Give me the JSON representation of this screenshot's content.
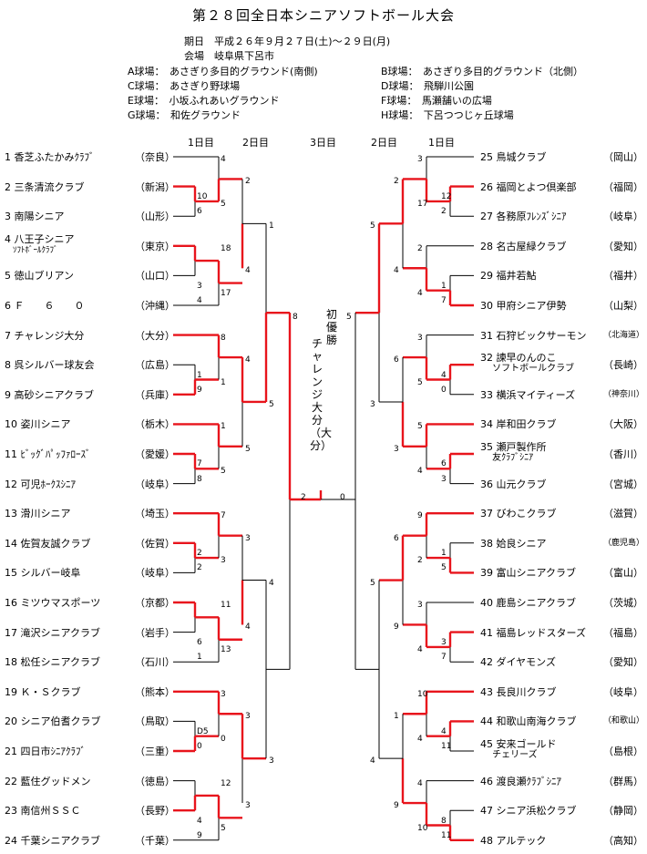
{
  "title": "第２８回全日本シニアソフトボール大会",
  "info": {
    "period": "期日　平成２６年９月２７日(土)～２９日(月)",
    "venue": "会場　岐阜県下呂市",
    "grounds_left": [
      "A球場：　あさぎり多目的グラウンド(南側)",
      "C球場：　あさぎり野球場",
      "E球場：　小坂ふれあいグラウンド",
      "G球場：　和佐グラウンド"
    ],
    "grounds_right": [
      "B球場：　あさぎり多目的グラウンド（北側）",
      "D球場：　飛騨川公園",
      "F球場：　馬瀬舗いの広場",
      "H球場：　下呂つつじヶ丘球場"
    ]
  },
  "round_headers": {
    "day1_left": "1日目",
    "day2_left": "2日目",
    "day3": "3日目",
    "day2_right": "2日目",
    "day1_right": "1日目"
  },
  "champion": {
    "label": "初優勝",
    "team": "チャレンジ大分（大分）"
  },
  "left_teams": [
    {
      "num": "1",
      "name": "香芝ふたかみｸﾗﾌﾞ",
      "pref": "（奈良）"
    },
    {
      "num": "2",
      "name": "三条清流クラブ",
      "pref": "（新潟）"
    },
    {
      "num": "3",
      "name": "南陽シニア",
      "pref": "（山形）"
    },
    {
      "num": "4",
      "name": "八王子シニア",
      "name2": "ｿﾌﾄﾎﾞｰﾙｸﾗﾌﾞ",
      "pref": "（東京）"
    },
    {
      "num": "5",
      "name": "徳山ブリアン",
      "pref": "（山口）"
    },
    {
      "num": "6",
      "name": "Ｆ　　６　　０",
      "pref": "（沖縄）"
    },
    {
      "num": "7",
      "name": "チャレンジ大分",
      "pref": "（大分）"
    },
    {
      "num": "8",
      "name": "呉シルバー球友会",
      "pref": "（広島）"
    },
    {
      "num": "9",
      "name": "高砂シニアクラブ",
      "pref": "（兵庫）"
    },
    {
      "num": "10",
      "name": "姿川シニア",
      "pref": "（栃木）"
    },
    {
      "num": "11",
      "name": "ﾋﾞｯｸﾞﾊﾟｯﾌｧﾛｰｽﾞ",
      "pref": "（愛媛）"
    },
    {
      "num": "12",
      "name": "可児ﾎｰｸｽｼﾆｱ",
      "pref": "（岐阜）"
    },
    {
      "num": "13",
      "name": "滑川シニア",
      "pref": "（埼玉）"
    },
    {
      "num": "14",
      "name": "佐賀友誠クラブ",
      "pref": "（佐賀）"
    },
    {
      "num": "15",
      "name": "シルバー岐阜",
      "pref": "（岐阜）"
    },
    {
      "num": "16",
      "name": "ミツウマスポーツ",
      "pref": "（京都）"
    },
    {
      "num": "17",
      "name": "滝沢シニアクラブ",
      "pref": "（岩手）"
    },
    {
      "num": "18",
      "name": "松任シニアクラブ",
      "pref": "（石川）"
    },
    {
      "num": "19",
      "name": "Ｋ・Ｓクラブ",
      "pref": "（熊本）"
    },
    {
      "num": "20",
      "name": "シニア伯耆クラブ",
      "pref": "（鳥取）"
    },
    {
      "num": "21",
      "name": "四日市ｼﾆｱｸﾗﾌﾞ",
      "pref": "（三重）"
    },
    {
      "num": "22",
      "name": "藍住グッドメン",
      "pref": "（徳島）"
    },
    {
      "num": "23",
      "name": "南信州ＳＳＣ",
      "pref": "（長野）"
    },
    {
      "num": "24",
      "name": "千葉シニアクラブ",
      "pref": "（千葉）"
    }
  ],
  "right_teams": [
    {
      "num": "25",
      "name": "鳥城クラブ",
      "pref": "（岡山）"
    },
    {
      "num": "26",
      "name": "福岡とよつ倶楽部",
      "pref": "（福岡）"
    },
    {
      "num": "27",
      "name": "各務原ﾌﾚﾝｽﾞｼﾆｱ",
      "pref": "（岐阜）"
    },
    {
      "num": "28",
      "name": "名古屋緑クラブ",
      "pref": "（愛知）"
    },
    {
      "num": "29",
      "name": "福井若鮎",
      "pref": "（福井）"
    },
    {
      "num": "30",
      "name": "甲府シニア伊勢",
      "pref": "（山梨）"
    },
    {
      "num": "31",
      "name": "石狩ビックサーモン",
      "pref": "（北海道）"
    },
    {
      "num": "32",
      "name": "諫早のんのこ",
      "name2": "ソフトボールクラブ",
      "pref": "（長崎）"
    },
    {
      "num": "33",
      "name": "横浜マイティーズ",
      "pref": "（神奈川）"
    },
    {
      "num": "34",
      "name": "岸和田クラブ",
      "pref": "（大阪）"
    },
    {
      "num": "35",
      "name": "瀬戸製作所",
      "name2": "友ｸﾗﾌﾞｼﾆｱ",
      "pref": "（香川）"
    },
    {
      "num": "36",
      "name": "山元クラブ",
      "pref": "（宮城）"
    },
    {
      "num": "37",
      "name": "びわこクラブ",
      "pref": "（滋賀）"
    },
    {
      "num": "38",
      "name": "姶良シニア",
      "pref": "（鹿児島）"
    },
    {
      "num": "39",
      "name": "富山シニアクラブ",
      "pref": "（富山）"
    },
    {
      "num": "40",
      "name": "鹿島シニアクラブ",
      "pref": "（茨城）"
    },
    {
      "num": "41",
      "name": "福島レッドスターズ",
      "pref": "（福島）"
    },
    {
      "num": "42",
      "name": "ダイヤモンズ",
      "pref": "（愛知）"
    },
    {
      "num": "43",
      "name": "長良川クラブ",
      "pref": "（岐阜）"
    },
    {
      "num": "44",
      "name": "和歌山南海クラブ",
      "pref": "（和歌山）"
    },
    {
      "num": "45",
      "name": "安来ゴールド",
      "name2": "チェリーズ",
      "pref": "（島根）"
    },
    {
      "num": "46",
      "name": "渡良瀬ｸﾗﾌﾞｼﾆｱ",
      "pref": "（群馬）"
    },
    {
      "num": "47",
      "name": "シニア浜松クラブ",
      "pref": "（静岡）"
    },
    {
      "num": "48",
      "name": "アルテック",
      "pref": "（高知）"
    }
  ],
  "left_scores": {
    "r1": [
      "4",
      "10",
      "5",
      "6",
      "18",
      "3",
      "17",
      "4",
      "8",
      "1",
      "1",
      "9",
      "1",
      "7",
      "5",
      "8",
      "7",
      "2",
      "3",
      "2",
      "11",
      "6",
      "13",
      "1",
      "3",
      "D5",
      "0",
      "0",
      "12",
      "4",
      "5",
      "9",
      "1"
    ],
    "r2": [
      "2",
      "4",
      "4",
      "5",
      "3",
      "4",
      "3",
      "3"
    ],
    "r3": [
      "1",
      "5",
      "4",
      "3"
    ],
    "final": "8",
    "final_score": "2"
  },
  "right_scores": {
    "r1": [
      "3",
      "12",
      "17",
      "2",
      "2",
      "1",
      "4",
      "7",
      "3",
      "4",
      "5",
      "0",
      "5",
      "6",
      "4",
      "3",
      "9",
      "1",
      "2",
      "5",
      "3",
      "3",
      "4",
      "7",
      "10",
      "4",
      "4",
      "11",
      "4",
      "8",
      "10",
      "11"
    ],
    "r2": [
      "2",
      "4",
      "6",
      "3",
      "6",
      "9",
      "1",
      "9"
    ],
    "r3": [
      "5",
      "3",
      "5",
      "4"
    ],
    "final": "5",
    "final_score": "0"
  },
  "colors": {
    "winner_line": "#e8141c",
    "loser_line": "#000000"
  }
}
